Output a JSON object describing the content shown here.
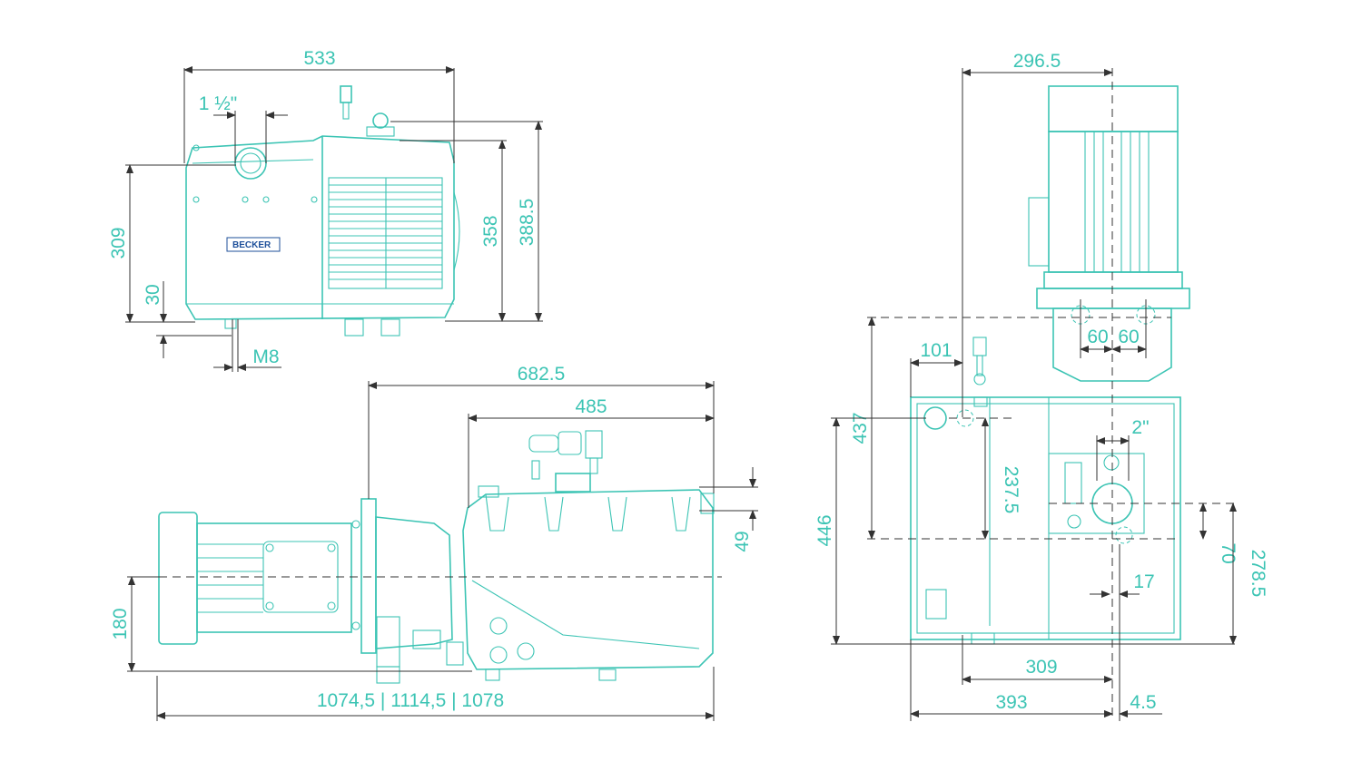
{
  "brand": {
    "logo_text": "BECKER",
    "equipment_color": "#3cc4b4",
    "dimension_color": "#333333"
  },
  "top_view": {
    "width": "533",
    "inlet_size": "1 ½\"",
    "height_309": "309",
    "height_358": "358",
    "height_388": "388.5",
    "foot_30": "30",
    "thread": "M8"
  },
  "side_view": {
    "length_682": "682.5",
    "length_485": "485",
    "offset_49": "49",
    "axis_height": "180",
    "total_length": "1074,5 | 1114,5 | 1078"
  },
  "front_view": {
    "motor_296": "296.5",
    "offset_101": "101",
    "bolt_60a": "60",
    "bolt_60b": "60",
    "height_437": "437",
    "height_446": "446",
    "height_237": "237.5",
    "port_2": "2\"",
    "offset_70": "70",
    "height_278": "278.5",
    "offset_17": "17",
    "width_309": "309",
    "width_393": "393",
    "offset_4": "4.5"
  }
}
